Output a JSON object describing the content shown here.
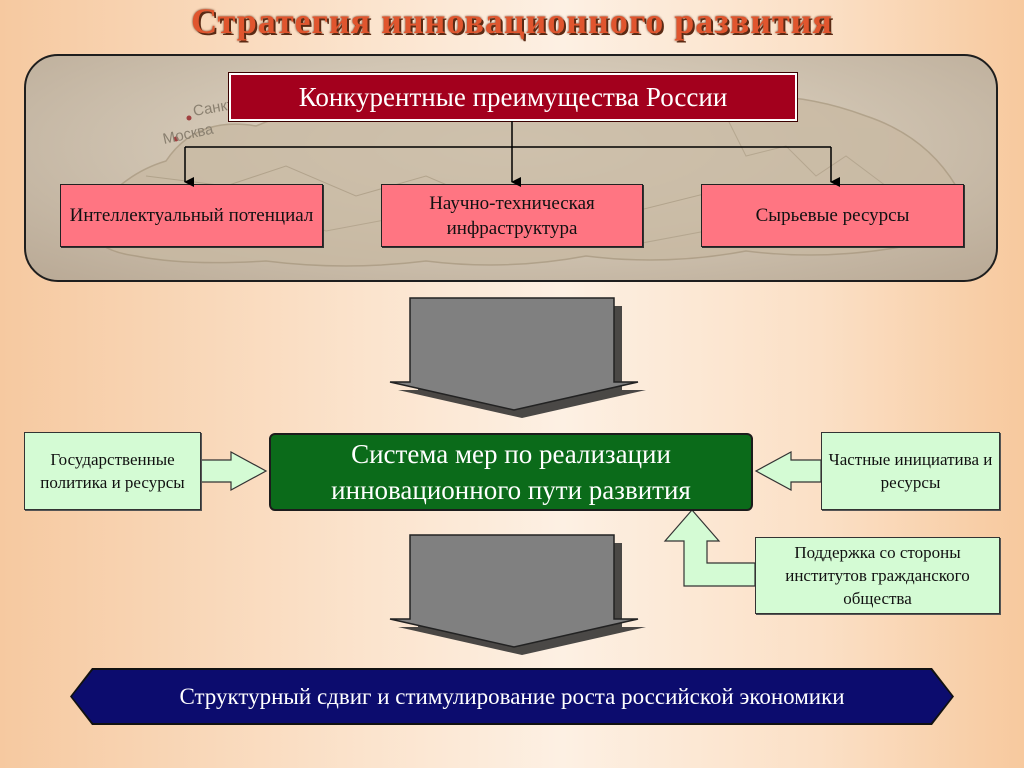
{
  "title": "Стратегия инновационного развития",
  "map": {
    "labels": [
      "Санкт",
      "Москва"
    ]
  },
  "top_box": "Конкурентные преимущества России",
  "sub_boxes": [
    {
      "text": "Интеллектуальный потенциал"
    },
    {
      "text": "Научно-техническая инфраструктура"
    },
    {
      "text": "Сырьевые ресурсы"
    }
  ],
  "center_box": "Система мер по реализации инновационного пути развития",
  "left_box": "Государственные политика и ресурсы",
  "right_box": "Частные инициатива и ресурсы",
  "bottom_right_box": "Поддержка со стороны институтов гражданского общества",
  "bottom_bar": "Структурный сдвиг и стимулирование роста российской экономики",
  "colors": {
    "title": "#e0552e",
    "top_box": "#a3001d",
    "pink_boxes": "#ff7582",
    "center_box": "#0b6b1a",
    "light_green": "#d4fbd4",
    "bottom_bar": "#0c0c6e",
    "block_arrow": "#808080"
  }
}
